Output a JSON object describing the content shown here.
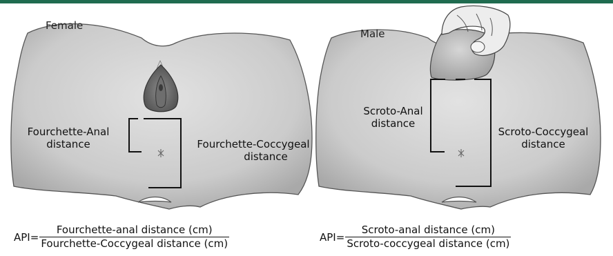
{
  "female": {
    "title": "Female",
    "anal_label_line1": "Fourchette-Anal",
    "anal_label_line2": "distance",
    "coccygeal_label_line1": "Fourchette-Coccygeal",
    "coccygeal_label_line2": "distance",
    "formula_prefix": "API=",
    "formula_numerator": "Fourchette-anal distance (cm)",
    "formula_denominator": "Fourchette-Coccygeal distance (cm)"
  },
  "male": {
    "title": "Male",
    "anal_label_line1": "Scroto-Anal",
    "anal_label_line2": "distance",
    "coccygeal_label_line1": "Scroto-Coccygeal",
    "coccygeal_label_line2": "distance",
    "formula_prefix": "API=",
    "formula_numerator": "Scroto-anal distance  (cm)",
    "formula_denominator": "Scroto-coccygeal distance (cm)"
  },
  "colors": {
    "top_bar": "#1f6b4f",
    "body_fill": "#c9c9c9",
    "body_stroke": "#555555",
    "bracket": "#111111"
  }
}
